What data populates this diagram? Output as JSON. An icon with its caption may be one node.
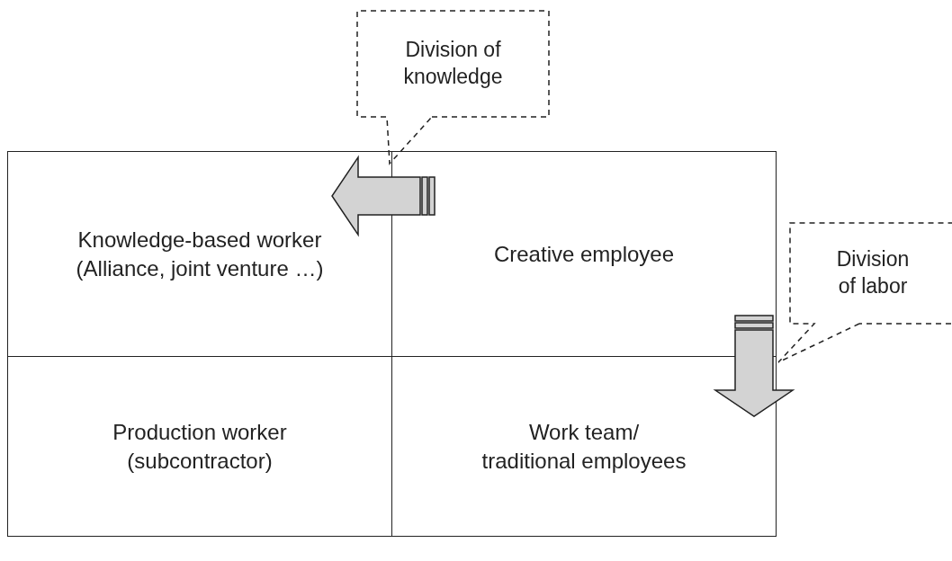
{
  "diagram": {
    "nodes": [
      {
        "text": [
          "Division of knowledge"
        ]
      },
      {
        "text": [
          "Knowledge-based worker (Alliance, joint venture …)"
        ]
      },
      {
        "text": [
          "Creative employee"
        ]
      },
      {
        "text": [
          "Production worker (subcontractor)"
        ]
      },
      {
        "text": [
          "Work team/ traditional employees"
        ]
      },
      {
        "text": [
          "Division of labor"
        ]
      }
    ],
    "edges": [
      {
        "from": 2,
        "to": 1,
        "arrow": "to",
        "style": "thick",
        "color": "#d3d3d3"
      },
      {
        "from": 2,
        "to": 4,
        "arrow": "to",
        "style": "thick",
        "color": "#d3d3d3"
      }
    ]
  }
}
